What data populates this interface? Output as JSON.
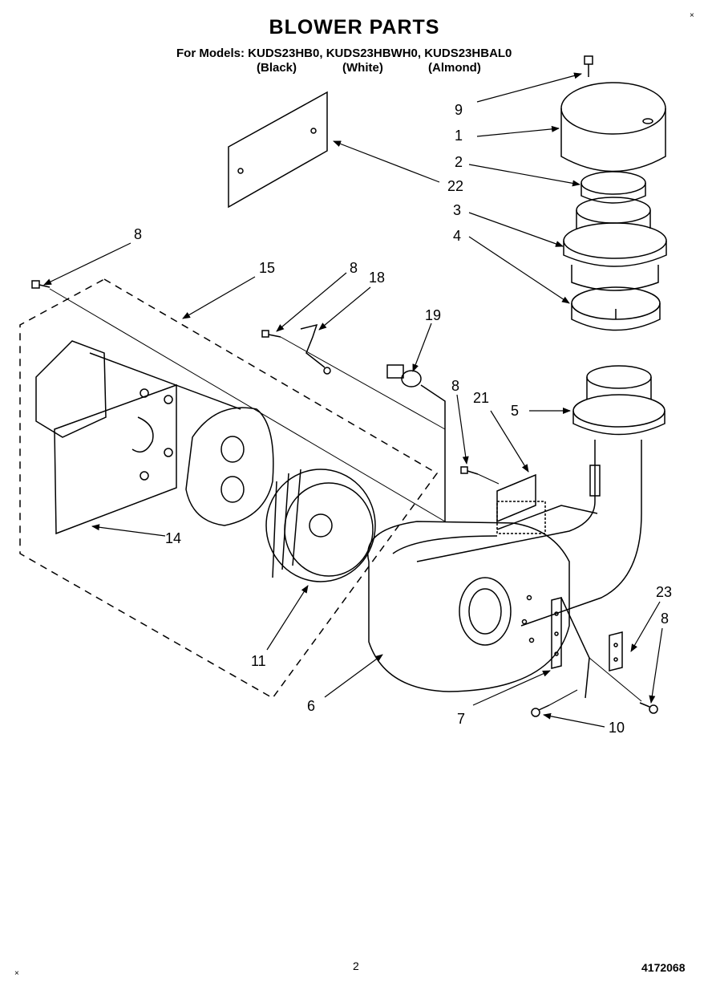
{
  "header": {
    "title": "BLOWER PARTS",
    "models": "For Models: KUDS23HB0, KUDS23HBWH0, KUDS23HBAL0",
    "colors": [
      "(Black)",
      "(White)",
      "(Almond)"
    ]
  },
  "callouts": [
    "9",
    "1",
    "2",
    "22",
    "3",
    "4",
    "8",
    "15",
    "8",
    "18",
    "19",
    "8",
    "21",
    "5",
    "14",
    "11",
    "6",
    "7",
    "23",
    "8",
    "10"
  ],
  "footer": {
    "page": "2",
    "doc_number": "4172068"
  },
  "corner_marks": [
    "×",
    "×"
  ]
}
